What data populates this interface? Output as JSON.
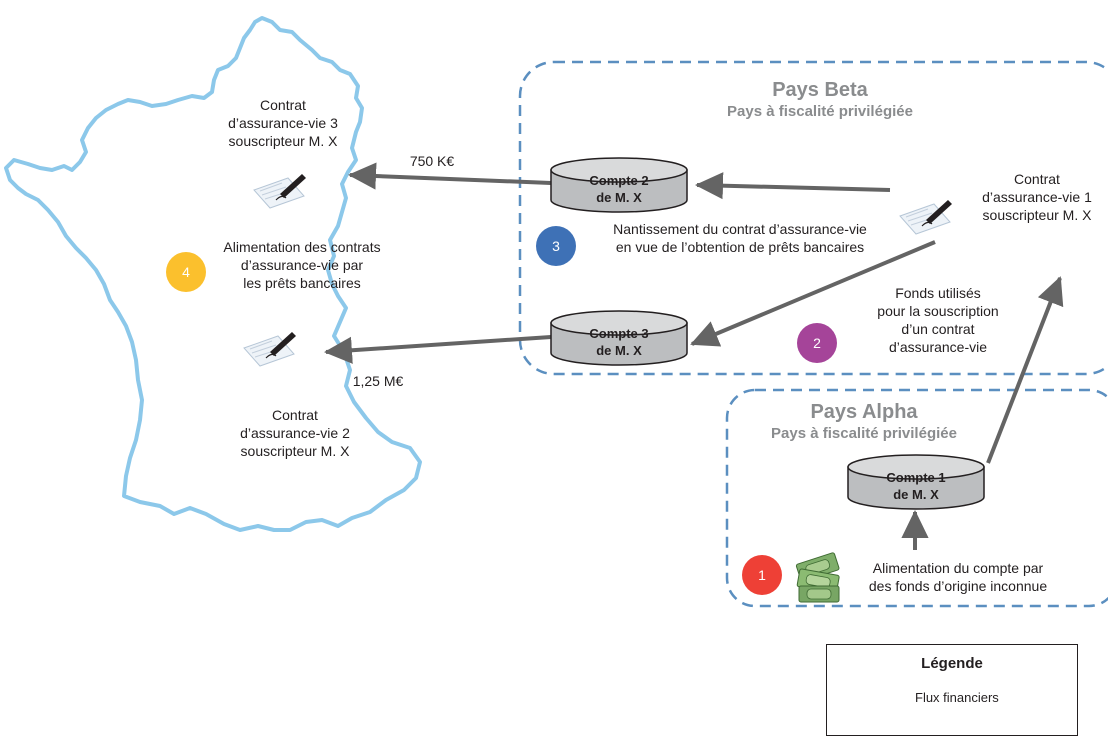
{
  "zones": {
    "beta": {
      "name": "Pays Beta",
      "subtitle": "Pays à fiscalité privilégiée"
    },
    "alpha": {
      "name": "Pays Alpha",
      "subtitle": "Pays à fiscalité privilégiée"
    }
  },
  "accounts": {
    "compte1": {
      "line1": "Compte 1",
      "line2": "de M. X"
    },
    "compte2": {
      "line1": "Compte 2",
      "line2": "de M. X"
    },
    "compte3": {
      "line1": "Compte 3",
      "line2": "de M. X"
    }
  },
  "contracts": {
    "contrat1": {
      "line1": "Contrat",
      "line2": "d’assurance-vie 1",
      "line3": "souscripteur M. X"
    },
    "contrat2": {
      "line1": "Contrat",
      "line2": "d’assurance-vie 2",
      "line3": "souscripteur M. X"
    },
    "contrat3": {
      "line1": "Contrat",
      "line2": "d’assurance-vie 3",
      "line3": "souscripteur M. X"
    }
  },
  "amounts": {
    "to_contrat3": "750 K€",
    "to_contrat2": "1,25 M€"
  },
  "steps": [
    {
      "number": "1",
      "color": "#ee4036",
      "line1": "Alimentation du compte par",
      "line2": "des fonds d’origine inconnue"
    },
    {
      "number": "2",
      "color": "#a54499",
      "line1": "Fonds utilisés",
      "line2": "pour la souscription",
      "line3": "d’un contrat",
      "line4": "d’assurance-vie"
    },
    {
      "number": "3",
      "color": "#3e71b6",
      "line1": "Nantissement du contrat d’assurance-vie",
      "line2": "en vue de l’obtention de prêts bancaires"
    },
    {
      "number": "4",
      "color": "#fbc02d",
      "line1": "Alimentation des contrats",
      "line2": "d’assurance-vie par",
      "line3": "les prêts bancaires"
    }
  ],
  "legend": {
    "title": "Légende",
    "items": [
      {
        "label": "Flux financiers"
      }
    ]
  },
  "colors": {
    "map_outline": "#8cc8ea",
    "zone_border": "#5b8fc0",
    "arrow": "#646464",
    "account_fill": "#bcbec0",
    "zone_title": "#8a8c8e"
  },
  "icons": {
    "contract": "contract-document-icon",
    "money": "money-stack-icon"
  }
}
